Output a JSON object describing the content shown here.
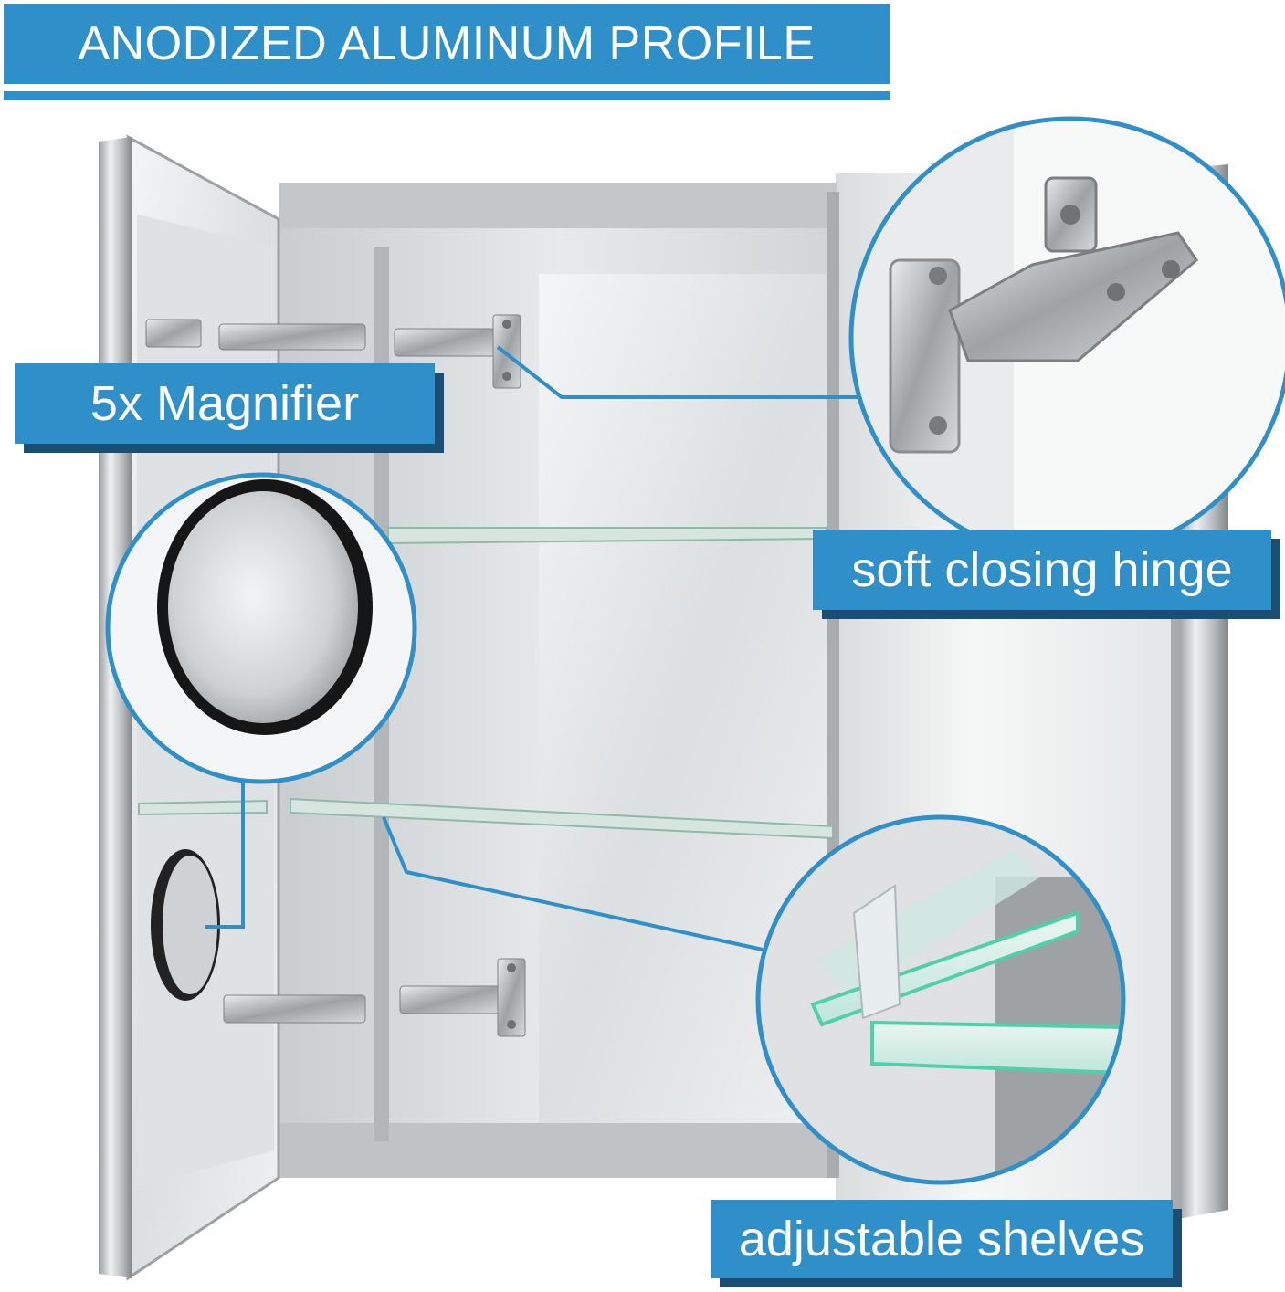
{
  "header": {
    "title": "ANODIZED ALUMINUM PROFILE"
  },
  "callouts": {
    "magnifier": "5x Magnifier",
    "hinge": "soft closing hinge",
    "shelves": "adjustable shelves"
  },
  "colors": {
    "accent": "#2f8fc9",
    "accent_shadow": "#1a4f73",
    "callout_line": "#2f8fc9",
    "glass_edge": "#4fd0a8"
  }
}
